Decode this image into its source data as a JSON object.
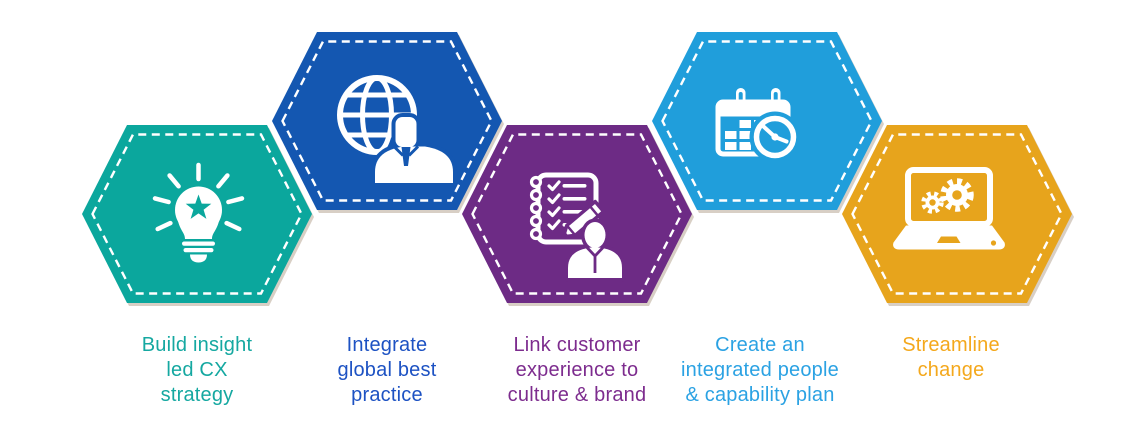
{
  "colors": {
    "background": "#ffffff",
    "shadow": "#d8cfc5",
    "dash": "#ffffff"
  },
  "steps": [
    {
      "icon": "lightbulb-star-icon",
      "color": "#0BA79D",
      "text_color": "#15A8A1",
      "label_lines": [
        "Build insight",
        "led CX",
        "strategy"
      ]
    },
    {
      "icon": "globe-user-icon",
      "color": "#1457B1",
      "text_color": "#1D52C3",
      "label_lines": [
        "Integrate",
        "global best",
        "practice"
      ]
    },
    {
      "icon": "checklist-writer-icon",
      "color": "#6D2B85",
      "text_color": "#7D2C8E",
      "label_lines": [
        "Link customer",
        "experience to",
        "culture & brand"
      ]
    },
    {
      "icon": "calendar-clock-icon",
      "color": "#209EDB",
      "text_color": "#2BA2E3",
      "label_lines": [
        "Create an",
        "integrated people",
        "& capability plan"
      ]
    },
    {
      "icon": "laptop-gears-icon",
      "color": "#E7A41C",
      "text_color": "#F4A81C",
      "label_lines": [
        "Streamline",
        "change"
      ]
    }
  ]
}
